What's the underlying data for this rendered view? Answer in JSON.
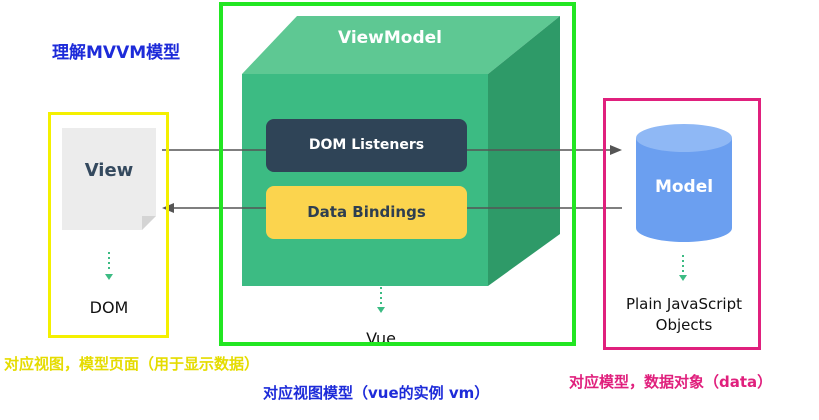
{
  "title": "理解MVVM模型",
  "view": {
    "label": "View",
    "dom_label": "DOM"
  },
  "viewmodel": {
    "title": "ViewModel",
    "dom_listeners": "DOM Listeners",
    "data_bindings": "Data Bindings",
    "vue_label": "Vue"
  },
  "model": {
    "label": "Model",
    "plain_line1": "Plain JavaScript",
    "plain_line2": "Objects"
  },
  "annotations": {
    "view": "对应视图，模型页面（用于显示数据）",
    "viewmodel": "对应视图模型（vue的实例 vm）",
    "model": "对应模型，数据对象（data）"
  },
  "colors": {
    "cube_front": "#3cbb83",
    "cube_top": "#5ec893",
    "cube_side": "#2e9a68",
    "listeners": "#2f4457",
    "bindings": "#fbd44e",
    "model_cylinder": "#6b9ff0",
    "frame_yellow": "#f4f000",
    "frame_green": "#22e622",
    "frame_pink": "#e0207d",
    "title": "#1d2bd9"
  }
}
